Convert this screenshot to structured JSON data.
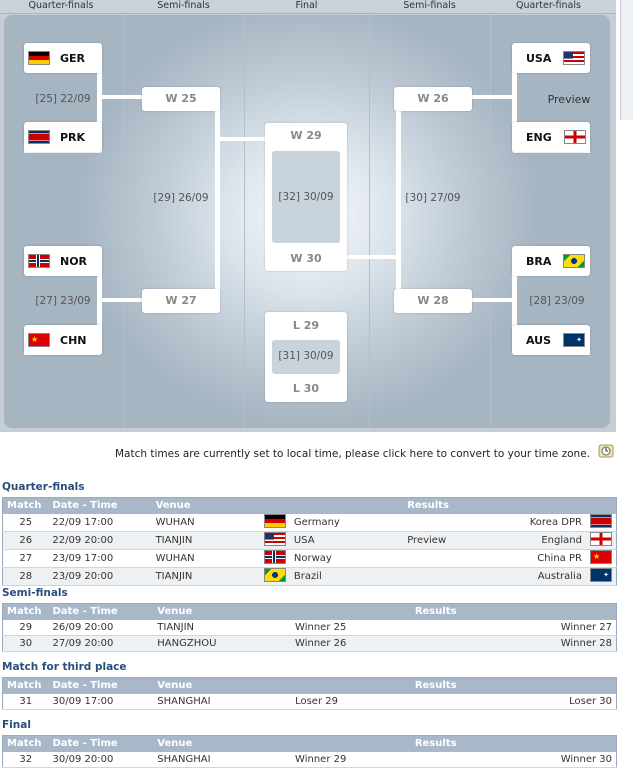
{
  "headers": [
    "Quarter-finals",
    "Semi-finals",
    "Final",
    "Semi-finals",
    "Quarter-finals"
  ],
  "bracket": {
    "qf1": {
      "top": "GER",
      "bottom": "PRK",
      "label": "[25] 22/09"
    },
    "qf2": {
      "top": "NOR",
      "bottom": "CHN",
      "label": "[27] 23/09"
    },
    "qf3": {
      "top": "USA",
      "bottom": "ENG",
      "label": "Preview"
    },
    "qf4": {
      "top": "BRA",
      "bottom": "AUS",
      "label": "[28] 23/09"
    },
    "sf1": {
      "top": "W 25",
      "bottom": "W 27",
      "label": "[29] 26/09"
    },
    "sf2": {
      "top": "W 26",
      "bottom": "W 28",
      "label": "[30] 27/09"
    },
    "final": {
      "top": "W 29",
      "bottom": "W 30",
      "label": "[32] 30/09"
    },
    "third": {
      "top": "L 29",
      "bottom": "L 30",
      "label": "[31] 30/09"
    }
  },
  "note": "Match times are currently set to local time, please click here to convert to your time zone.",
  "columns": {
    "match": "Match",
    "date": "Date - Time",
    "venue": "Venue",
    "results": "Results"
  },
  "sections": {
    "qf": {
      "title": "Quarter-finals",
      "rows": [
        {
          "m": "25",
          "d": "22/09 17:00",
          "v": "WUHAN",
          "h": "Germany",
          "res": "",
          "a": "Korea DPR"
        },
        {
          "m": "26",
          "d": "22/09 20:00",
          "v": "TIANJIN",
          "h": "USA",
          "res": "Preview",
          "a": "England"
        },
        {
          "m": "27",
          "d": "23/09 17:00",
          "v": "WUHAN",
          "h": "Norway",
          "res": "",
          "a": "China PR"
        },
        {
          "m": "28",
          "d": "23/09 20:00",
          "v": "TIANJIN",
          "h": "Brazil",
          "res": "",
          "a": "Australia"
        }
      ]
    },
    "sf": {
      "title": "Semi-finals",
      "rows": [
        {
          "m": "29",
          "d": "26/09 20:00",
          "v": "TIANJIN",
          "h": "Winner 25",
          "a": "Winner 27"
        },
        {
          "m": "30",
          "d": "27/09 20:00",
          "v": "HANGZHOU",
          "h": "Winner 26",
          "a": "Winner 28"
        }
      ]
    },
    "third": {
      "title": "Match for third place",
      "rows": [
        {
          "m": "31",
          "d": "30/09 17:00",
          "v": "SHANGHAI",
          "h": "Loser 29",
          "a": "Loser 30"
        }
      ]
    },
    "final": {
      "title": "Final",
      "rows": [
        {
          "m": "32",
          "d": "30/09 20:00",
          "v": "SHANGHAI",
          "h": "Winner 29",
          "a": "Winner 30"
        }
      ]
    }
  }
}
